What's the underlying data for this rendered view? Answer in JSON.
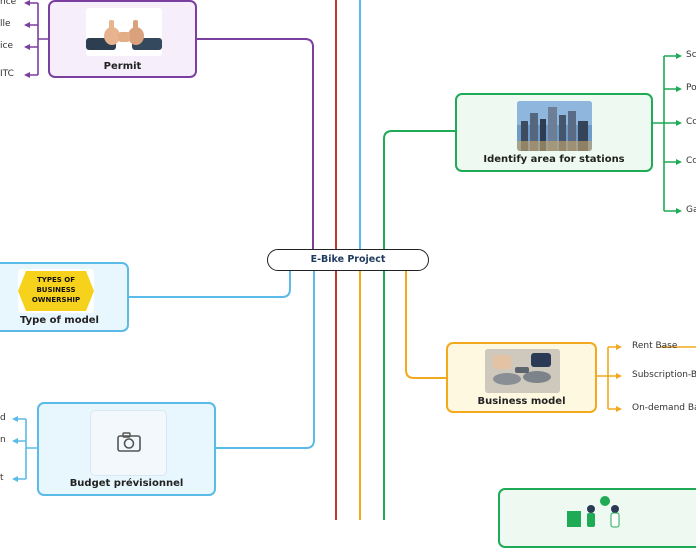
{
  "center": {
    "label": "E-Bike Project"
  },
  "nodes": {
    "permit": {
      "label": "Permit",
      "color": "#7b3fa0",
      "fill": "#f6effb"
    },
    "identify": {
      "label": "Identify area for stations",
      "color": "#1faa55",
      "fill": "#eefaf1"
    },
    "type_model": {
      "label": "Type of model",
      "color": "#5bbbe8",
      "fill": "#e8f6fd"
    },
    "business_model": {
      "label": "Business model",
      "color": "#f2a91e",
      "fill": "#fff8e1"
    },
    "budget": {
      "label": "Budget prévisionnel",
      "color": "#5bbbe8",
      "fill": "#e8f6fd"
    },
    "bottom": {
      "label": "",
      "color": "#1faa55",
      "fill": "#eefaf1"
    }
  },
  "images": {
    "types_of_ownership": {
      "line1": "TYPES OF",
      "line2": "BUSINESS",
      "line3": "OWNERSHIP"
    },
    "camera_placeholder": {
      "icon": "camera-icon"
    }
  },
  "leaves": {
    "permit": [
      "nce",
      "lle",
      "ice",
      "ITC"
    ],
    "identify": [
      "Sc",
      "Po",
      "Cc",
      "Cc",
      "Ga"
    ],
    "business_model": [
      "Rent Base",
      "Subscription-B",
      "On-demand Ba"
    ],
    "budget": [
      "d",
      "n",
      "t"
    ]
  },
  "colors": {
    "red_line": "#c0392b",
    "yellow_line": "#f2a91e",
    "blue_line": "#5bbbe8",
    "green_line": "#1faa55",
    "purple_line": "#7b3fa0"
  }
}
